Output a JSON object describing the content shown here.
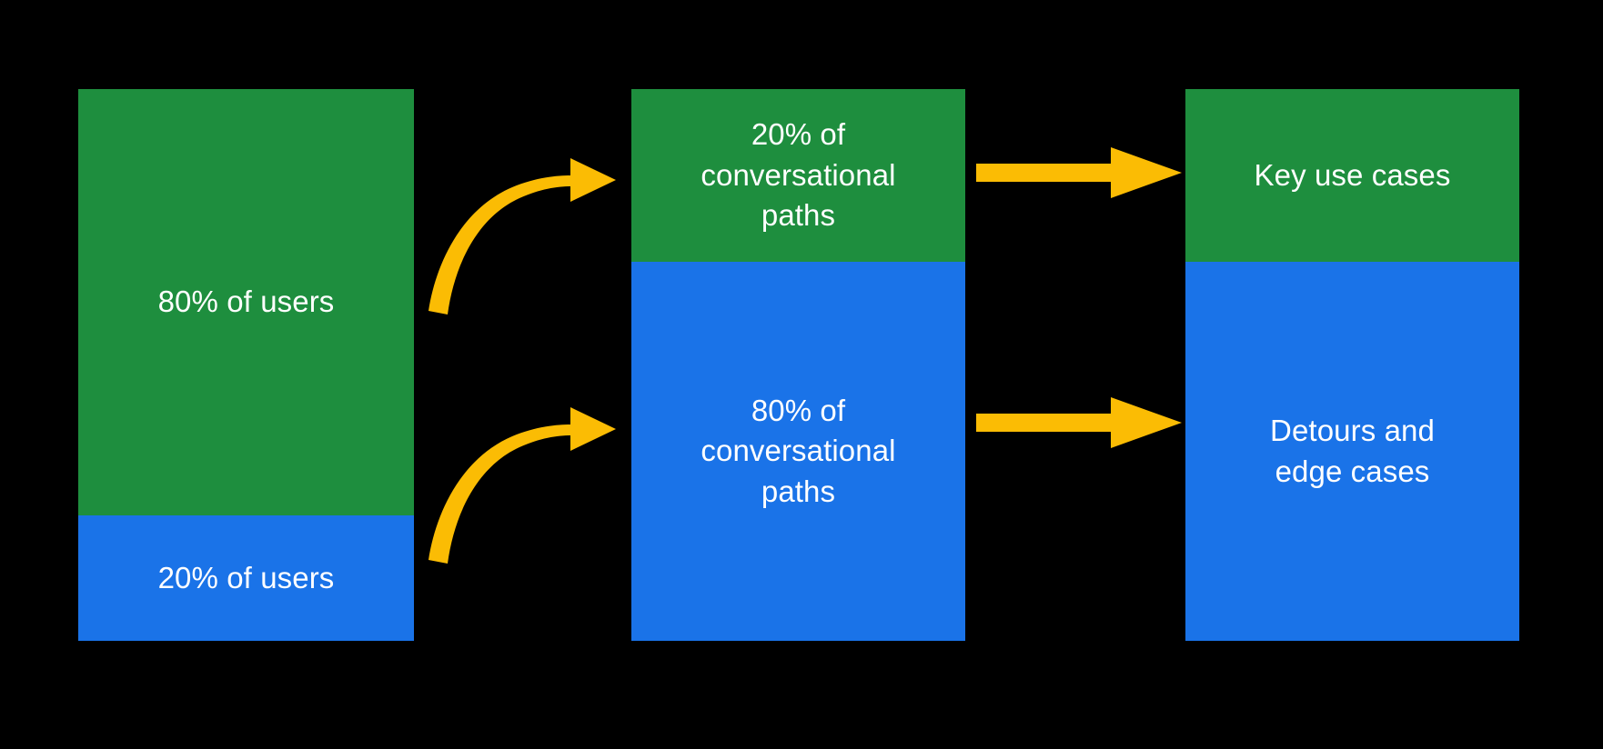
{
  "diagram": {
    "background_color": "#000000",
    "palette": {
      "green": "#1E8E3E",
      "blue": "#1A73E8",
      "yellow": "#FBBC04",
      "text": "#FFFFFF"
    },
    "columns": [
      {
        "id": "users",
        "name": "users-column",
        "segments": [
          {
            "id": "users-majority",
            "label": "80% of users",
            "color": "#1E8E3E",
            "share": 80
          },
          {
            "id": "users-minority",
            "label": "20% of users",
            "color": "#1A73E8",
            "share": 20
          }
        ]
      },
      {
        "id": "paths",
        "name": "conversational-paths-column",
        "segments": [
          {
            "id": "paths-minority",
            "label": "20% of\nconversational\npaths",
            "color": "#1E8E3E",
            "share": 20
          },
          {
            "id": "paths-majority",
            "label": "80% of\nconversational\npaths",
            "color": "#1A73E8",
            "share": 80
          }
        ]
      },
      {
        "id": "cases",
        "name": "use-cases-column",
        "segments": [
          {
            "id": "key-use-cases",
            "label": "Key use cases",
            "color": "#1E8E3E",
            "share": 20
          },
          {
            "id": "detours-edge-cases",
            "label": "Detours and\nedge cases",
            "color": "#1A73E8",
            "share": 80
          }
        ]
      }
    ],
    "arrows": [
      {
        "id": "arrow-curved-top",
        "icon": "curved-arrow-right-icon",
        "color": "#FBBC04",
        "from": "users-majority",
        "to": "paths-minority"
      },
      {
        "id": "arrow-curved-bottom",
        "icon": "curved-arrow-right-icon",
        "color": "#FBBC04",
        "from": "users-minority",
        "to": "paths-majority"
      },
      {
        "id": "arrow-straight-top",
        "icon": "arrow-right-icon",
        "color": "#FBBC04",
        "from": "paths-minority",
        "to": "key-use-cases"
      },
      {
        "id": "arrow-straight-bottom",
        "icon": "arrow-right-icon",
        "color": "#FBBC04",
        "from": "paths-majority",
        "to": "detours-edge-cases"
      }
    ]
  }
}
